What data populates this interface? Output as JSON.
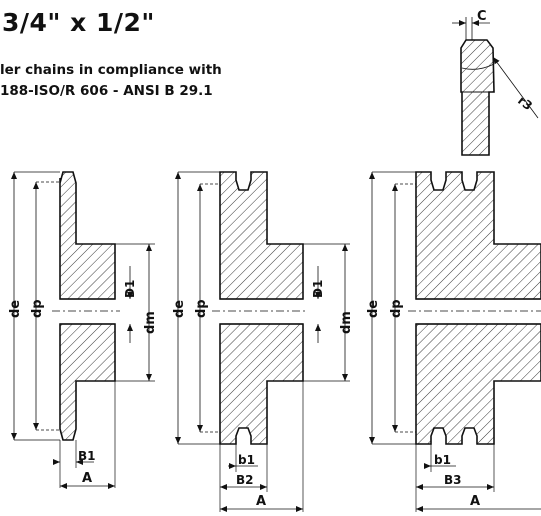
{
  "header": {
    "title": "3/4\" x 1/2\"",
    "subtitle_line1": "ler chains in compliance with",
    "subtitle_line2": "188-ISO/R 606 - ANSI B 29.1"
  },
  "labels": {
    "c": "C",
    "r3": "r3",
    "de": "de",
    "dp": "dp",
    "d1": "D1",
    "dm": "dm",
    "b1_upper": "B1",
    "b1_lower": "b1",
    "b2": "B2",
    "b3": "B3",
    "a": "A"
  }
}
